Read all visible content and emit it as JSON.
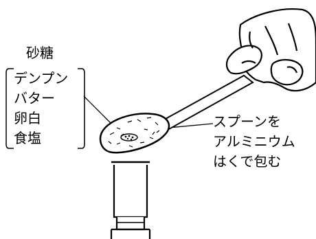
{
  "labels": {
    "sugar": "砂糖",
    "bracket_items": [
      "デンプン",
      "バター",
      "卵白",
      "食塩"
    ],
    "foil_note": [
      "スプーンを",
      "アルミニウム",
      "はくで包む"
    ]
  },
  "colors": {
    "ink": "#000000",
    "paper": "#ffffff"
  }
}
